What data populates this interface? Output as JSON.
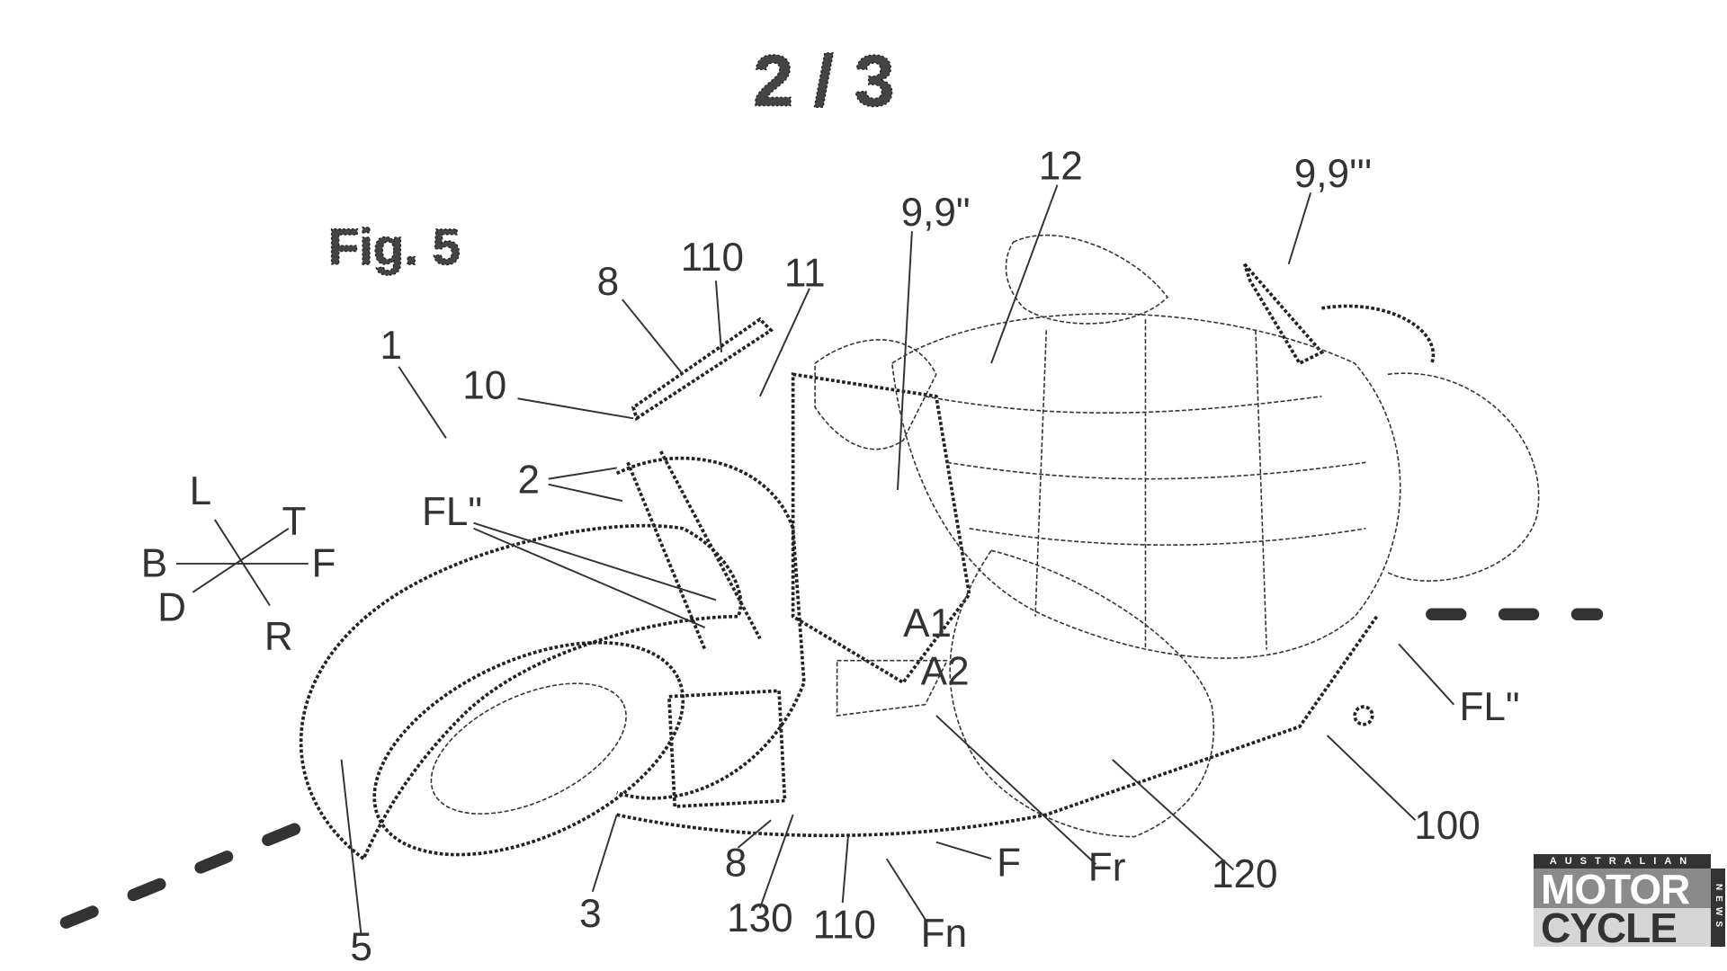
{
  "sheet": {
    "page_indicator": "2 / 3",
    "figure_title": "Fig. 5"
  },
  "reference_labels": {
    "vehicle": "1",
    "item_10": "10",
    "item_8_top": "8",
    "item_110_top": "110",
    "item_11": "11",
    "item_9_9_dd": "9,9\"",
    "item_12": "12",
    "item_9_9_ttt": "9,9'''",
    "item_2": "2",
    "fl_left": "FL\"",
    "fl_right": "FL\"",
    "a1": "A1",
    "a2": "A2",
    "item_100": "100",
    "item_120": "120",
    "fr": "Fr",
    "f": "F",
    "fn": "Fn",
    "item_110_bottom": "110",
    "item_130": "130",
    "item_8_bottom": "8",
    "item_3": "3",
    "item_5": "5"
  },
  "axes": {
    "l": "L",
    "t": "T",
    "b": "B",
    "f": "F",
    "d": "D",
    "r": "R"
  },
  "watermark": {
    "top": "AUSTRALIAN",
    "line1": "MOTOR",
    "line2": "CYCLE",
    "side": "NEWS"
  }
}
